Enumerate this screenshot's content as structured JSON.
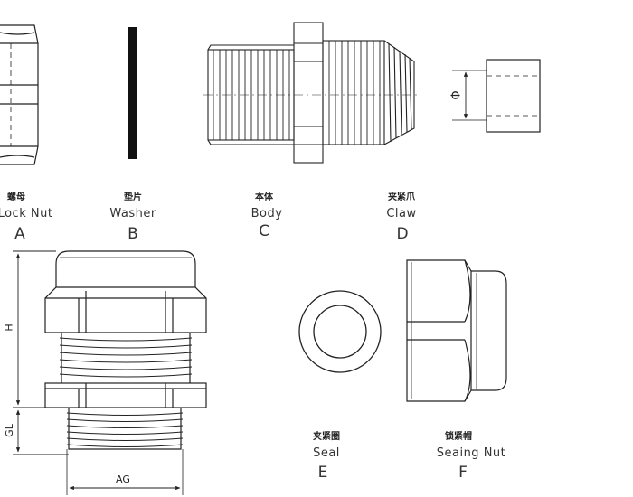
{
  "parts": [
    {
      "id": "lock-nut",
      "cn": "螺母",
      "en": "Lock Nut",
      "letter": "A"
    },
    {
      "id": "washer",
      "cn": "垫片",
      "en": "Washer",
      "letter": "B"
    },
    {
      "id": "body",
      "cn": "本体",
      "en": "Body",
      "letter": "C"
    },
    {
      "id": "claw",
      "cn": "夹紧爪",
      "en": "Claw",
      "letter": "D"
    },
    {
      "id": "seal",
      "cn": "夹紧圈",
      "en": "Seal",
      "letter": "E"
    },
    {
      "id": "sealing-nut",
      "cn": "锁紧帽",
      "en": "Seaing Nut",
      "letter": "F"
    }
  ],
  "dimensions": {
    "h": "H",
    "gl": "GL",
    "ag": "AG",
    "phi": "Φ"
  }
}
